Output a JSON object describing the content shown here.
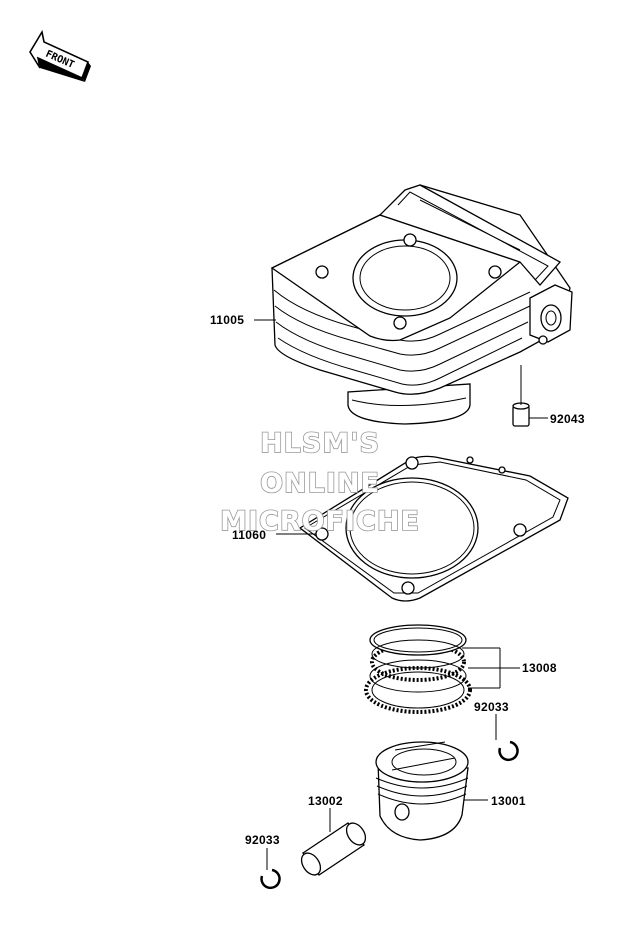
{
  "diagram": {
    "front_label": "FRONT",
    "watermark": [
      "HLSM'S",
      "ONLINE",
      "MICROFICHE"
    ],
    "callouts": [
      {
        "id": "cylinder",
        "part_number": "11005"
      },
      {
        "id": "dowel-pin",
        "part_number": "92043"
      },
      {
        "id": "cylinder-gasket",
        "part_number": "11060"
      },
      {
        "id": "piston-ring-set",
        "part_number": "13008"
      },
      {
        "id": "circlip-right",
        "part_number": "92033"
      },
      {
        "id": "piston",
        "part_number": "13001"
      },
      {
        "id": "piston-pin",
        "part_number": "13002"
      },
      {
        "id": "circlip-left",
        "part_number": "92033"
      }
    ]
  }
}
